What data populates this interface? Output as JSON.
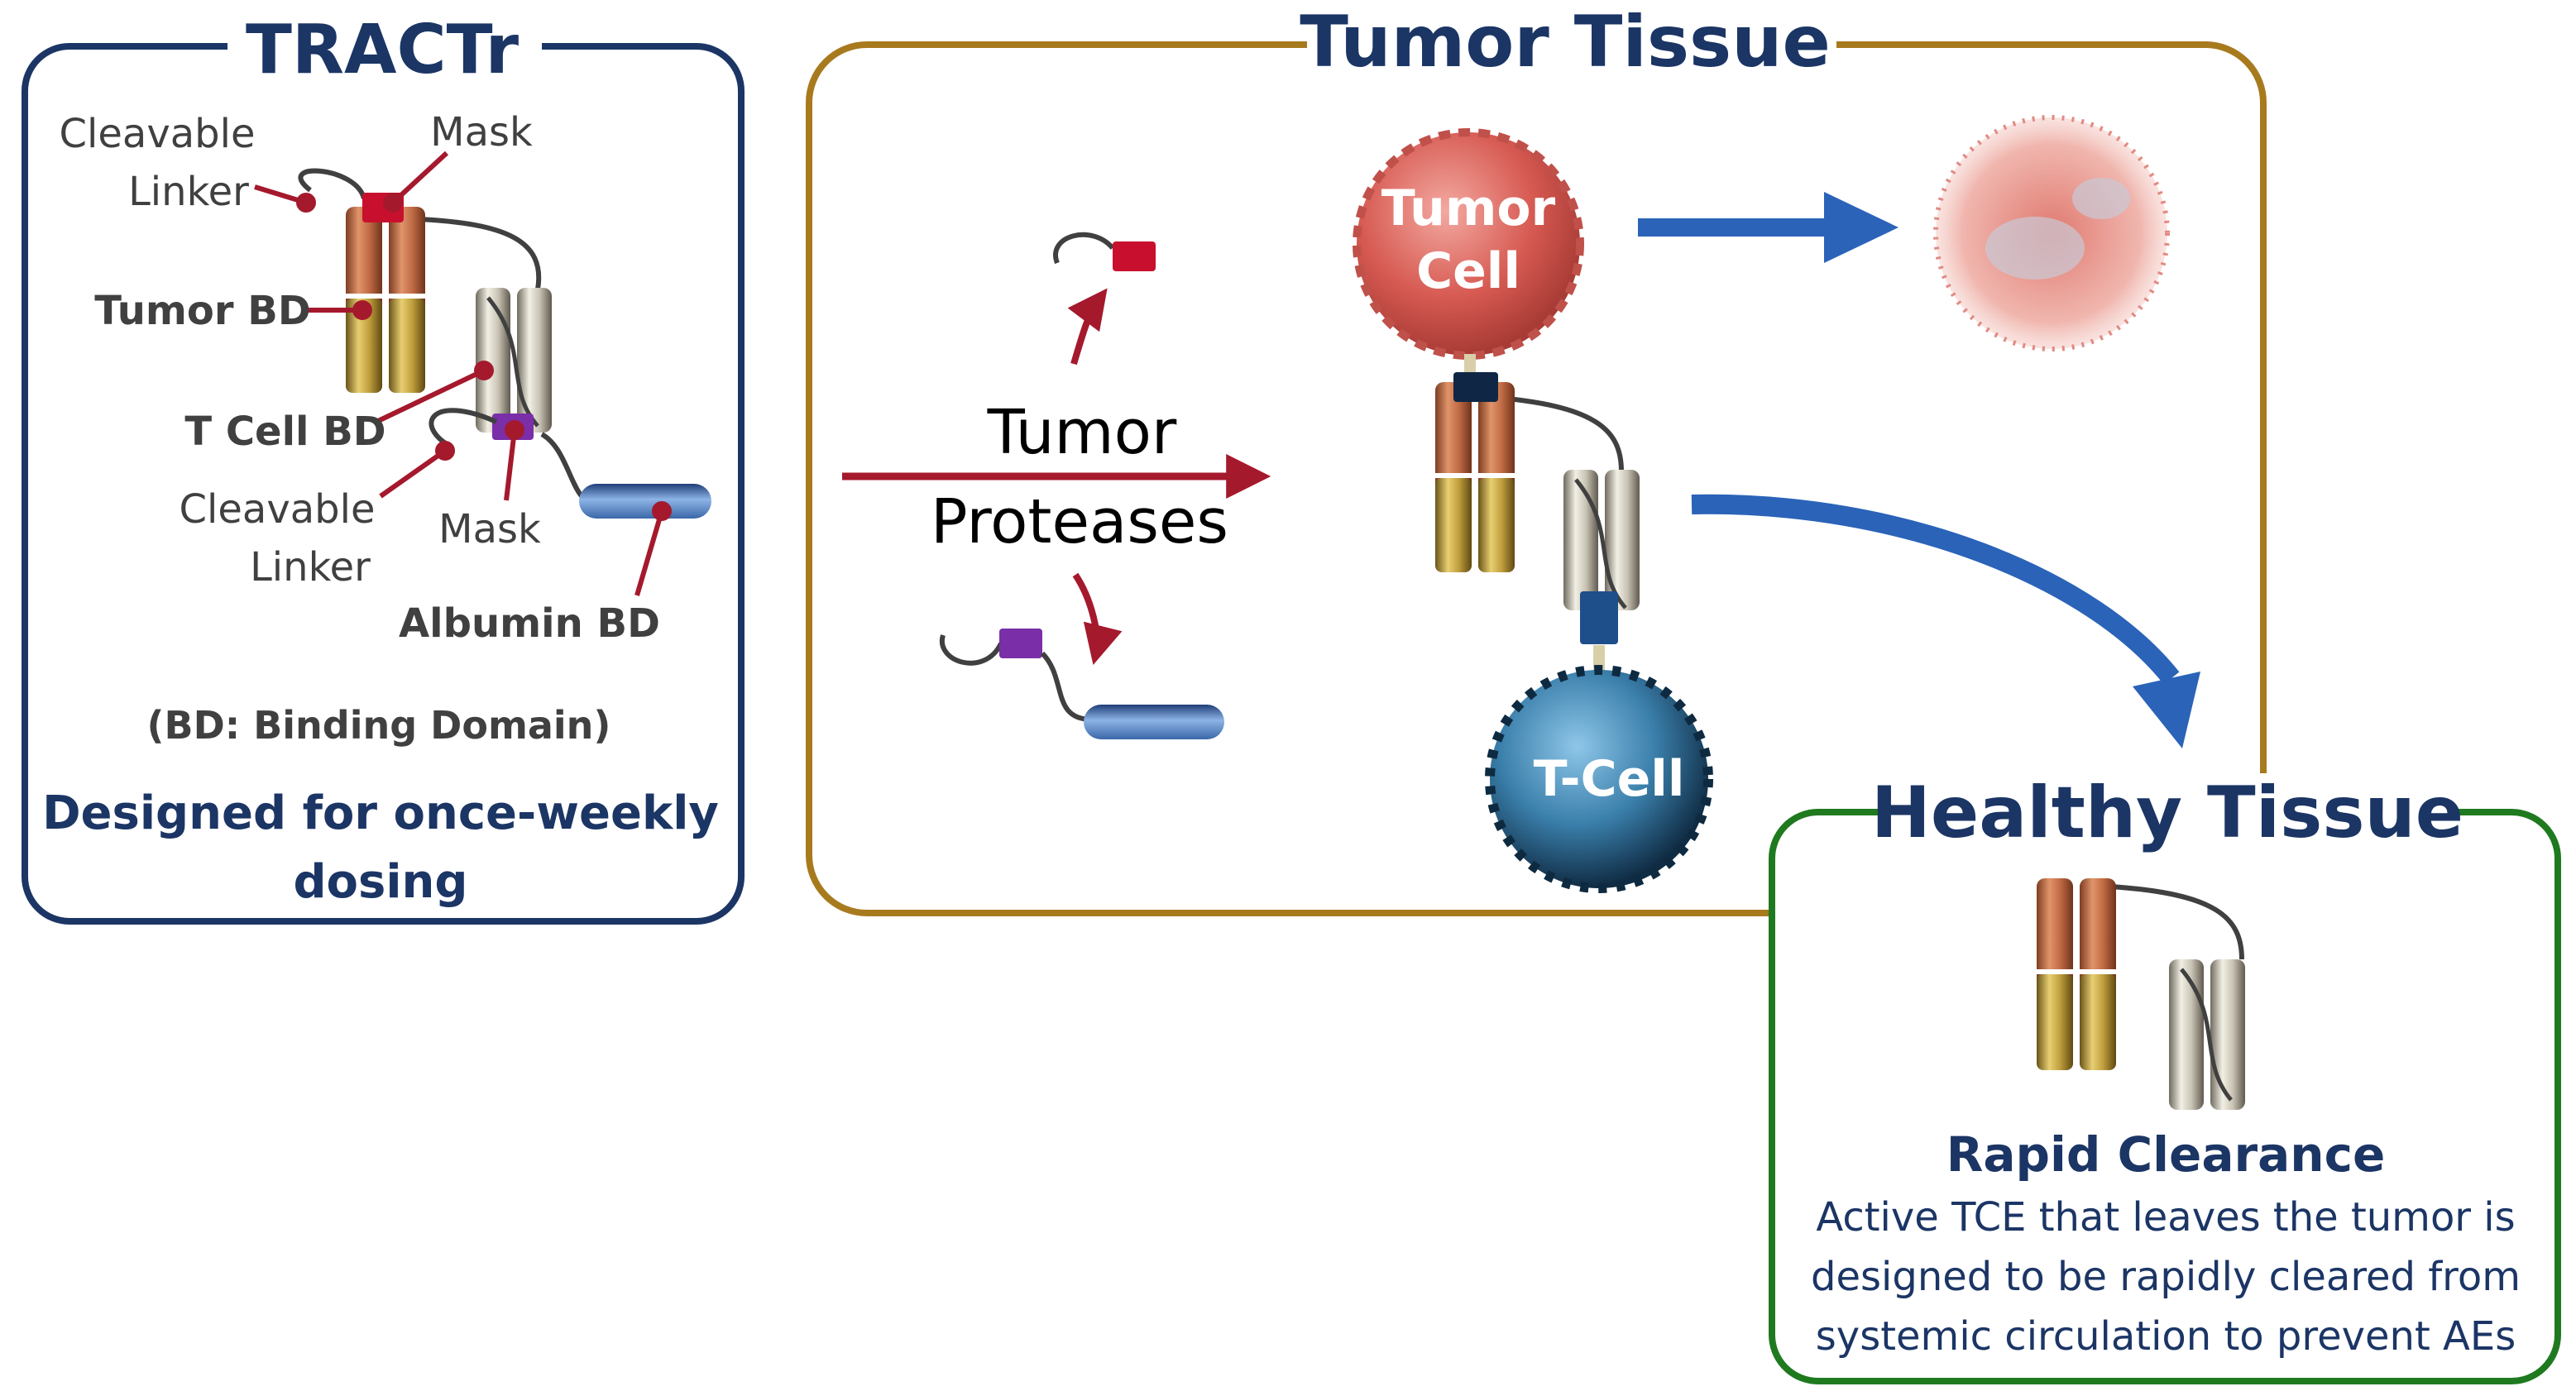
{
  "tractr": {
    "title": "TRACTr",
    "label_cleavable_linker_top": [
      "Cleavable",
      "Linker"
    ],
    "label_mask_top": "Mask",
    "label_tumor_bd": "Tumor BD",
    "label_tcell_bd": "T Cell BD",
    "label_cleavable_linker_bottom": [
      "Cleavable",
      "Linker"
    ],
    "label_mask_bottom": "Mask",
    "label_albumin_bd": "Albumin BD",
    "note": "(BD:  Binding Domain)",
    "dosing": [
      "Designed for once-weekly",
      "dosing"
    ]
  },
  "tumor_tissue": {
    "title": "Tumor Tissue",
    "proteases": [
      "Tumor",
      "Proteases"
    ],
    "tumor_cell": [
      "Tumor",
      "Cell"
    ],
    "t_cell": "T-Cell"
  },
  "healthy_tissue": {
    "title": "Healthy Tissue",
    "heading": "Rapid Clearance",
    "description": [
      "Active TCE that leaves the tumor is",
      "designed to be rapidly cleared from",
      "systemic circulation to prevent AEs"
    ]
  },
  "colors": {
    "navy": "#1b3565",
    "gold_border": "#a87a1e",
    "green_border": "#1f7a1f",
    "red_arrow": "#a5192d",
    "blue_arrow": "#2a63b8",
    "mask_red": "#c8102e",
    "mask_purple": "#7a2ea8"
  }
}
